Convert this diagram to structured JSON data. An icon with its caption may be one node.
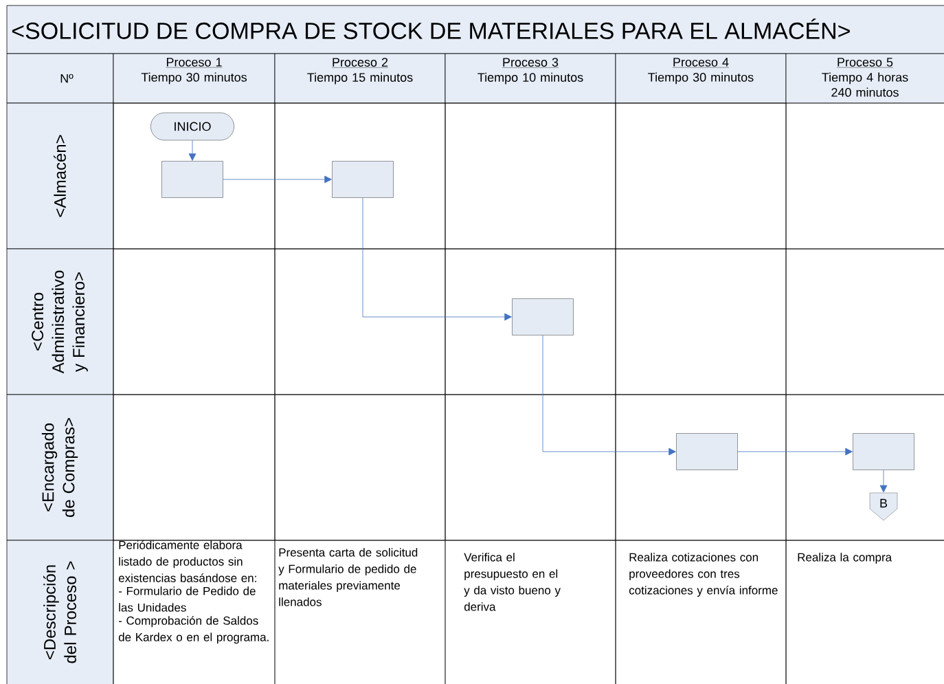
{
  "diagram": {
    "title": "<SOLICITUD DE COMPRA DE STOCK DE MATERIALES PARA EL ALMACÉN>",
    "nodes": [
      {
        "text": [
          "INICIO"
        ]
      },
      {
        "text": [],
        "shape": "box"
      },
      {
        "text": [],
        "shape": "box"
      },
      {
        "text": [],
        "shape": "box"
      },
      {
        "text": [],
        "shape": "box"
      },
      {
        "text": [],
        "shape": "box"
      },
      {
        "text": [
          "B"
        ]
      }
    ],
    "edges": [
      {
        "from": 0,
        "to": 1,
        "arrow": "to"
      },
      {
        "from": 1,
        "to": 2,
        "arrow": "to"
      },
      {
        "from": 2,
        "to": 3,
        "arrow": "to"
      },
      {
        "from": 3,
        "to": 4,
        "arrow": "to"
      },
      {
        "from": 4,
        "to": 5,
        "arrow": "to"
      },
      {
        "from": 5,
        "to": 6,
        "arrow": "to"
      }
    ],
    "labels": [
      "Nº",
      "Proceso 1",
      "Tiempo 30 minutos",
      "Proceso 2",
      "Tiempo 15 minutos",
      "Proceso 3",
      "Tiempo  10 minutos",
      "Proceso 4",
      "Tiempo  30 minutos",
      "Proceso 5",
      "Tiempo 4 horas 240 minutos",
      "<Almacén>",
      "<Centro Administrativo y Financiero>",
      "<Encargado de Compras>",
      "<Descripción del Proceso >",
      "Periódicamente elabora listado de productos sin existencias basándose en:",
      "- Formulario de Pedido de las Unidades",
      "- Comprobación de Saldos de Kardex o en el programa.",
      "Presenta carta de solicitud y Formulario de pedido de materiales previamente llenados",
      "Verifica el presupuesto en el y da visto bueno y deriva",
      "Realiza cotizaciones con proveedores con tres cotizaciones y envía informe",
      "Realiza la compra"
    ]
  }
}
